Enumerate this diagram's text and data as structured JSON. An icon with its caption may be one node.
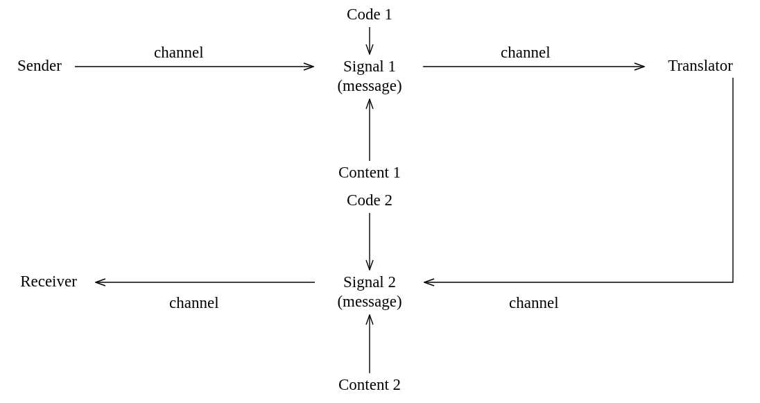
{
  "diagram": {
    "nodes": [
      {
        "text": [
          "Code 1"
        ]
      },
      {
        "text": [
          "Sender"
        ]
      },
      {
        "text": [
          "Signal 1 (message)"
        ]
      },
      {
        "text": [
          "Translator"
        ]
      },
      {
        "text": [
          "Content 1"
        ]
      },
      {
        "text": [
          "Code 2"
        ]
      },
      {
        "text": [
          "Receiver"
        ]
      },
      {
        "text": [
          "Signal 2 (message)"
        ]
      },
      {
        "text": [
          "Content 2"
        ]
      }
    ],
    "edges": [
      {
        "from": 0,
        "to": 2,
        "arrow": "to"
      },
      {
        "from": 1,
        "to": 2,
        "arrow": "to",
        "label": "channel"
      },
      {
        "from": 2,
        "to": 3,
        "arrow": "to",
        "label": "channel"
      },
      {
        "from": 4,
        "to": 2,
        "arrow": "to"
      },
      {
        "from": 5,
        "to": 7,
        "arrow": "to"
      },
      {
        "from": 3,
        "to": 7,
        "arrow": "to",
        "label": "channel"
      },
      {
        "from": 7,
        "to": 6,
        "arrow": "to",
        "label": "channel"
      },
      {
        "from": 8,
        "to": 7,
        "arrow": "to"
      }
    ]
  }
}
